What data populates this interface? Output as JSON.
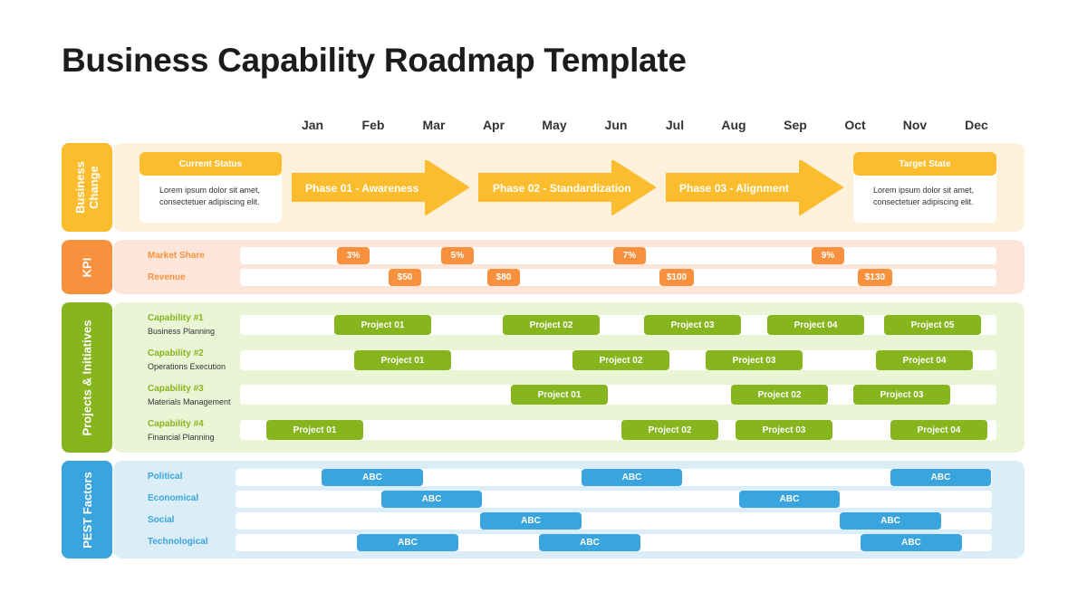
{
  "title": "Business Capability Roadmap Template",
  "months": [
    "Jan",
    "Feb",
    "Mar",
    "Apr",
    "May",
    "Jun",
    "Jul",
    "Aug",
    "Sep",
    "Oct",
    "Nov",
    "Dec"
  ],
  "colors": {
    "yellow": "#fbbd2e",
    "orange": "#f7913d",
    "green": "#86b51e",
    "blue": "#3aa4de",
    "yellow_bg": "#fdf1dc",
    "orange_bg": "#fde6d9",
    "green_bg": "#eaf5d5",
    "blue_bg": "#dbeef8"
  },
  "business_change": {
    "side_label_line1": "Business",
    "side_label_line2": "Change",
    "current_status": {
      "heading": "Current Status",
      "text_line1": "Lorem ipsum dolor sit amet,",
      "text_line2": "consectetuer adipiscing elit."
    },
    "target_state": {
      "heading": "Target State",
      "text_line1": "Lorem ipsum dolor sit amet,",
      "text_line2": "consectetuer adipiscing elit."
    },
    "phases": [
      "Phase 01 - Awareness",
      "Phase 02 - Standardization",
      "Phase 03 - Alignment"
    ]
  },
  "kpi": {
    "side_label": "KPI",
    "rows": [
      {
        "label": "Market Share",
        "markers": [
          "3%",
          "5%",
          "7%",
          "9%"
        ]
      },
      {
        "label": "Revenue",
        "markers": [
          "$50",
          "$80",
          "$100",
          "$130"
        ]
      }
    ]
  },
  "projects": {
    "side_label": "Projects & Initiatives",
    "rows": [
      {
        "label": "Capability #1",
        "sub": "Business Planning",
        "items": [
          "Project 01",
          "Project 02",
          "Project 03",
          "Project 04",
          "Project 05"
        ]
      },
      {
        "label": "Capability #2",
        "sub": "Operations Execution",
        "items": [
          "Project 01",
          "Project 02",
          "Project 03",
          "Project 04"
        ]
      },
      {
        "label": "Capability #3",
        "sub": "Materials Management",
        "items": [
          "Project 01",
          "Project 02",
          "Project 03"
        ]
      },
      {
        "label": "Capability #4",
        "sub": "Financial Planning",
        "items": [
          "Project 01",
          "Project 02",
          "Project 03",
          "Project 04"
        ]
      }
    ]
  },
  "pest": {
    "side_label": "PEST Factors",
    "rows": [
      {
        "label": "Political",
        "items": [
          "ABC",
          "ABC",
          "ABC"
        ]
      },
      {
        "label": "Economical",
        "items": [
          "ABC",
          "ABC"
        ]
      },
      {
        "label": "Social",
        "items": [
          "ABC",
          "ABC"
        ]
      },
      {
        "label": "Technological",
        "items": [
          "ABC",
          "ABC",
          "ABC"
        ]
      }
    ]
  }
}
